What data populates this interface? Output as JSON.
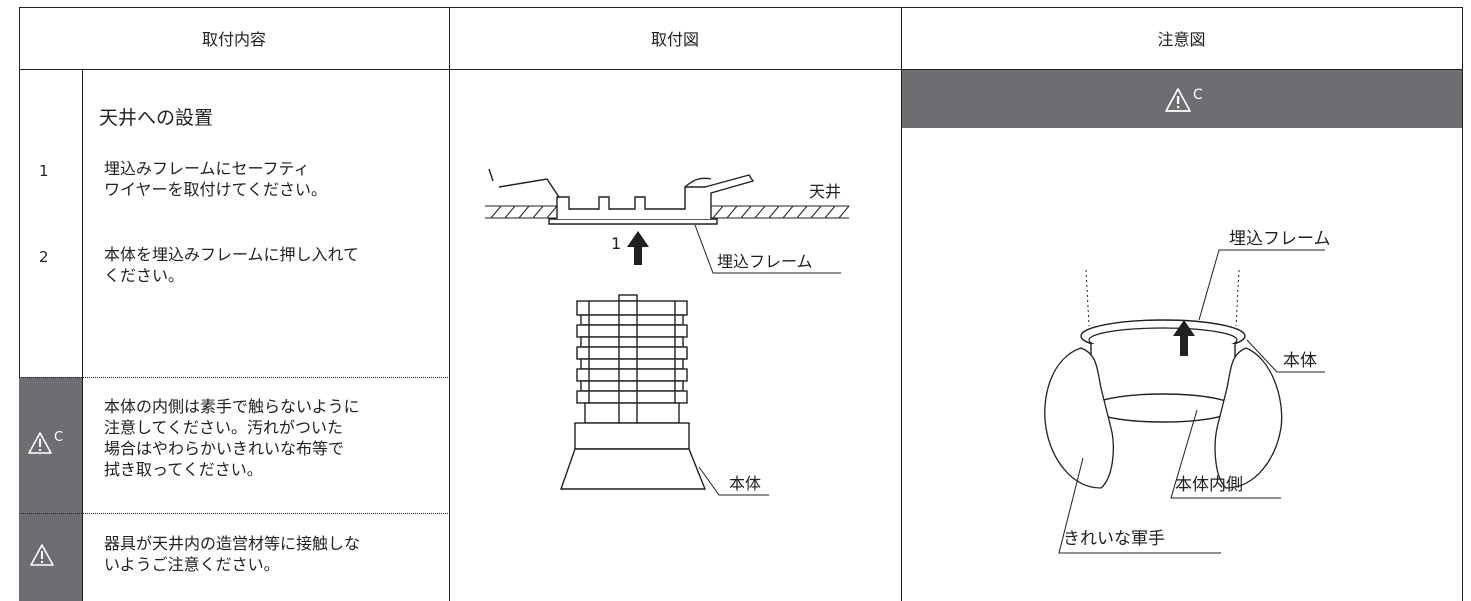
{
  "headers": {
    "col1": "取付内容",
    "col2": "取付図",
    "col3": "注意図"
  },
  "section_title": "天井への設置",
  "steps": [
    {
      "num": "1",
      "text": "埋込みフレームにセーフティ\nワイヤーを取付けてください。"
    },
    {
      "num": "2",
      "text": "本体を埋込みフレームに押し入れて\nください。"
    }
  ],
  "cautions": [
    {
      "mark": "C",
      "text": "本体の内側は素手で触らないように\n注意してください。汚れがついた\n場合はやわらかいきれいな布等で\n拭き取ってください。"
    },
    {
      "mark": "",
      "text": "器具が天井内の造営材等に接触しな\nいようご注意ください。"
    }
  ],
  "warning_band_mark": "C",
  "diagram_install": {
    "ceiling_label": "天井",
    "step_number": "1",
    "frame_label": "埋込フレーム",
    "body_label": "本体"
  },
  "diagram_caution": {
    "frame_label": "埋込フレーム",
    "body_label": "本体",
    "inner_label": "本体内側",
    "glove_label": "きれいな軍手"
  },
  "icons": [
    "warning-triangle-icon",
    "arrow-up-icon"
  ],
  "colors": {
    "band": "#6d6e71",
    "line": "#231f20"
  }
}
